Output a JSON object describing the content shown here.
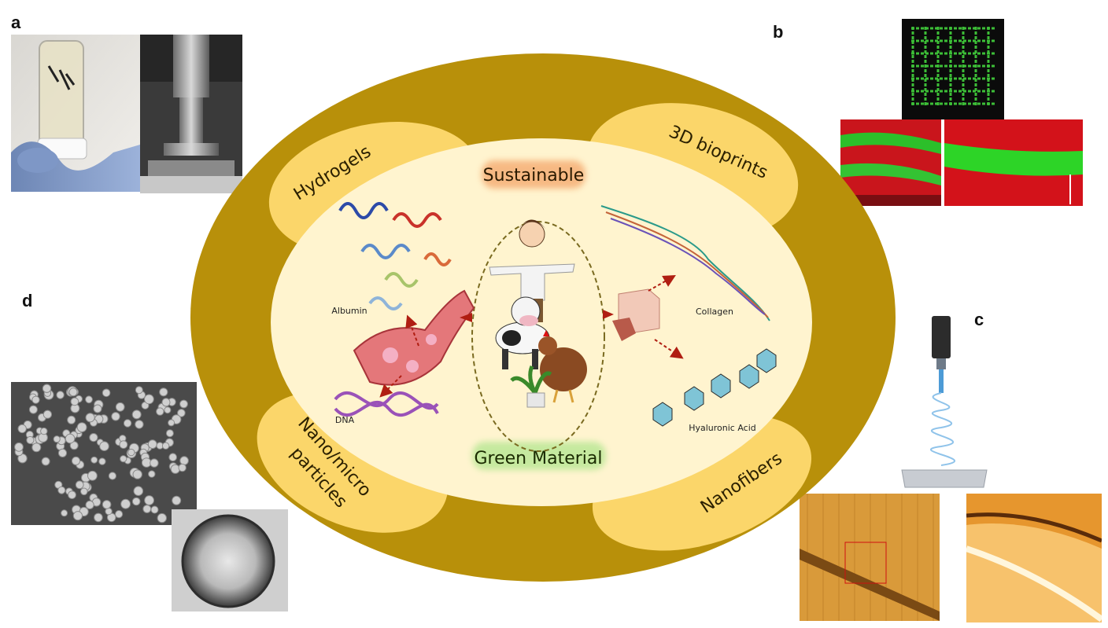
{
  "center": {
    "title_top": "Sustainable",
    "title_bottom": "Green Material"
  },
  "petals": {
    "hydrogels": "Hydrogels",
    "bioprints": "3D bioprints",
    "particles_line1": "Nano/micro",
    "particles_line2": "particles",
    "nanofibers": "Nanofibers"
  },
  "molecules": {
    "albumin": "Albumin",
    "collagen": "Collagen",
    "dna": "DNA",
    "hyaluronic": "Hyaluronic Acid"
  },
  "panels": {
    "a": "a",
    "b": "b",
    "c": "c",
    "d": "d"
  },
  "colors": {
    "outer_ring": "#b8900a",
    "petal": "#fbd66a",
    "inner": "#fff4cf",
    "sustainable_glow": "#f4a66a",
    "green_glow": "#bfe89a",
    "arrow": "#b01e12"
  }
}
